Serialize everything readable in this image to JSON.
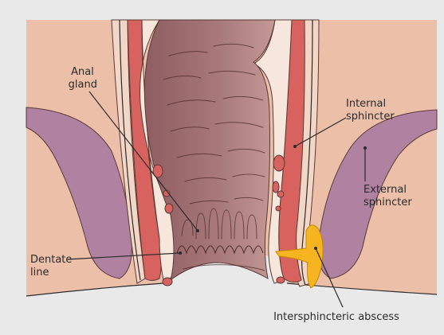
{
  "labels": {
    "anal_gland": [
      "Anal",
      "gland"
    ],
    "internal_sphincter": [
      "Internal",
      "sphincter"
    ],
    "external_sphincter": [
      "External",
      "sphincter"
    ],
    "dentate_line": [
      "Dentate",
      "line"
    ],
    "abscess": "Intersphincteric abscess"
  },
  "colors": {
    "background": "#e9e9ea",
    "tissue": "#ecbfa8",
    "lumen_dark": "#8d5d61",
    "lumen_light": "#bb8a86",
    "internal_sphincter": "#d8635e",
    "external_sphincter": "#b081a0",
    "lining": "#f6e6dc",
    "abscess": "#f6b420",
    "outline": "#5a3a36"
  }
}
